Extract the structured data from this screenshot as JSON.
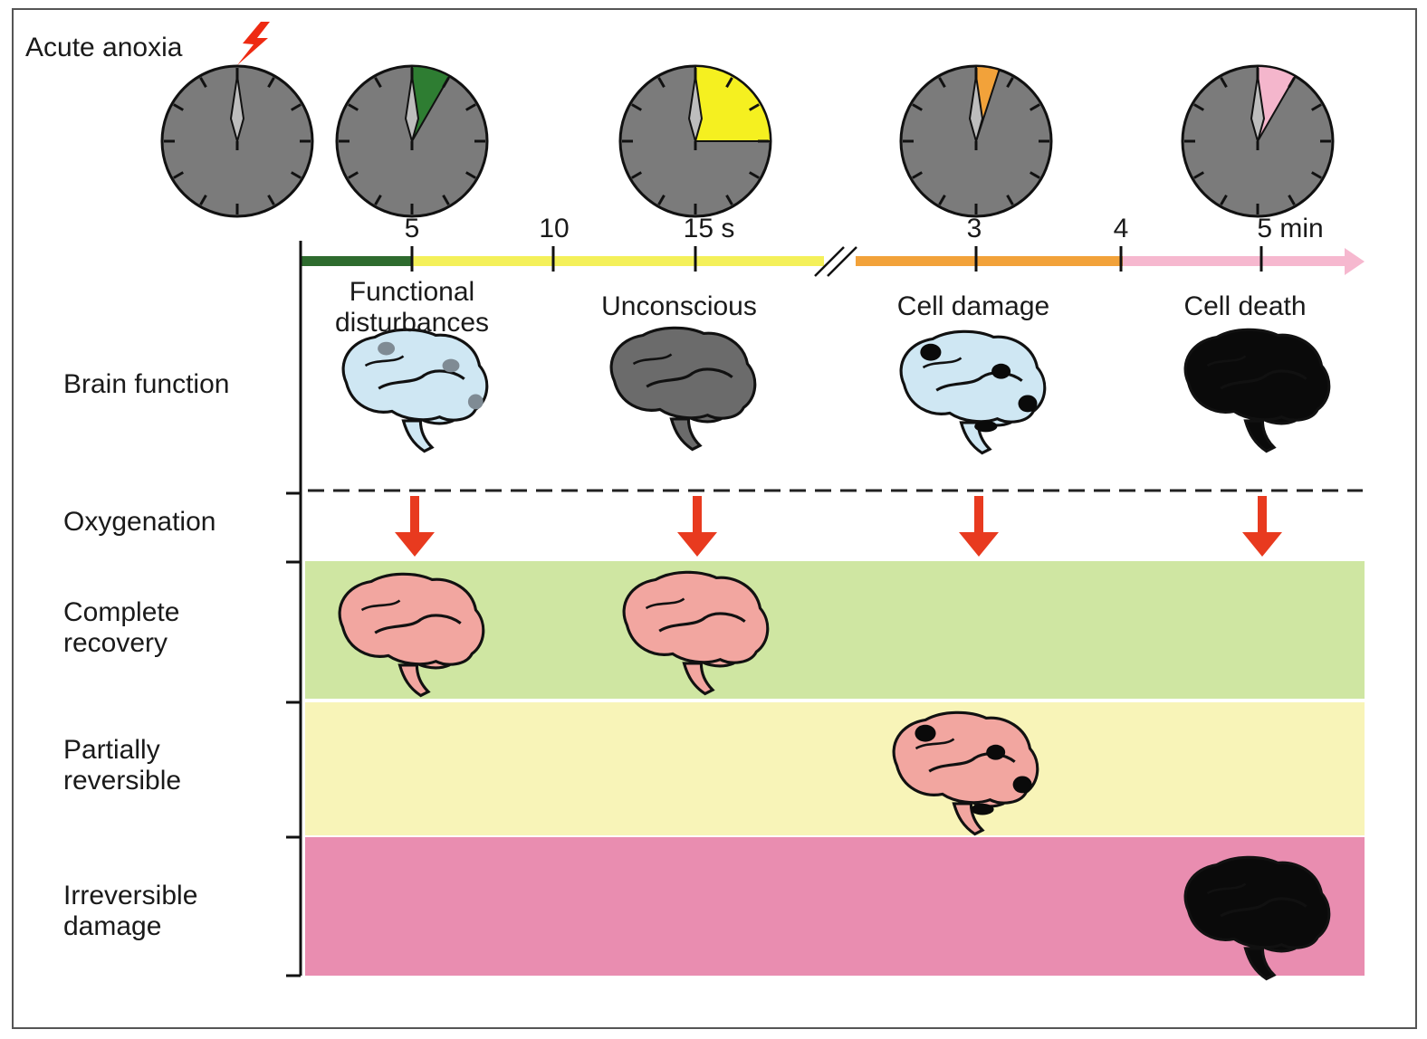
{
  "acute_label": "Acute anoxia",
  "time_axis": {
    "ticks": [
      "5",
      "10",
      "15 s",
      "3",
      "4",
      "5 min"
    ]
  },
  "stages": {
    "functional": "Functional\ndisturbances",
    "unconscious": "Unconscious",
    "cell_damage": "Cell damage",
    "cell_death": "Cell death"
  },
  "rows": {
    "brain_function": "Brain function",
    "oxygenation": "Oxygenation",
    "complete_recovery": "Complete\nrecovery",
    "partially_reversible": "Partially\nreversible",
    "irreversible": "Irreversible\ndamage"
  },
  "clocks": [
    {
      "name": "clock-start",
      "sector_color": "",
      "sector_degrees": 0
    },
    {
      "name": "clock-5s",
      "sector_color": "#2e7d32",
      "sector_degrees": 30
    },
    {
      "name": "clock-15s",
      "sector_color": "#f5f020",
      "sector_degrees": 90
    },
    {
      "name": "clock-3min",
      "sector_color": "#f2a23a",
      "sector_degrees": 18
    },
    {
      "name": "clock-5min",
      "sector_color": "#f4b6cc",
      "sector_degrees": 30
    }
  ],
  "colors": {
    "green": "#2e6b2e",
    "yellow": "#f4f05a",
    "orange": "#f2a23a",
    "pink_arrow": "#f6b8cf",
    "recovery_band": "#cfe6a2",
    "partial_band": "#f8f4b8",
    "irreversible_band": "#e98db0",
    "brain_blue": "#cfe7f3",
    "brain_gray": "#6b6b6b",
    "brain_pink": "#f2a6a0",
    "brain_black": "#0a0a0a",
    "arrow_red": "#e83a1f",
    "clock_face": "#7b7b7b"
  }
}
